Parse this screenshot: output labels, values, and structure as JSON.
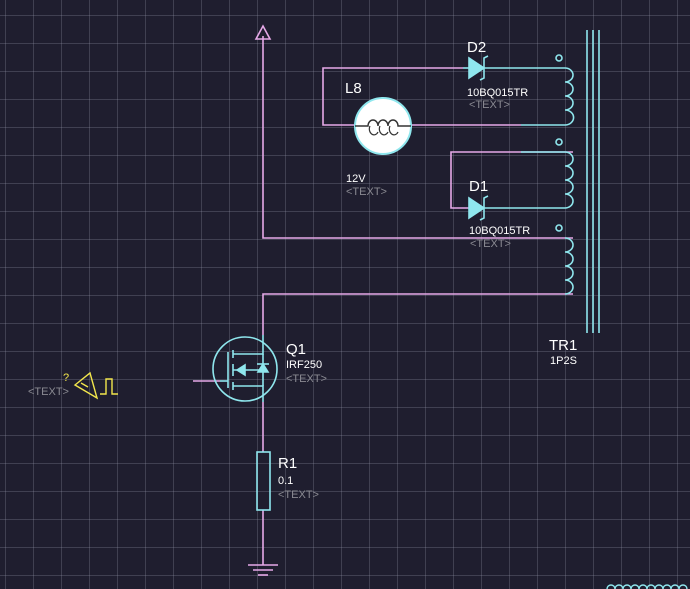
{
  "colors": {
    "background": "#1f1e2f",
    "wire": "#e6a9e8",
    "component": "#8fe7ee",
    "label": "#ffffff",
    "placeholder": "#8a8a92",
    "signal": "#f2e64c"
  },
  "components": {
    "D2": {
      "ref": "D2",
      "value": "10BQ015TR",
      "text": "<TEXT>"
    },
    "D1": {
      "ref": "D1",
      "value": "10BQ015TR",
      "text": "<TEXT>"
    },
    "L8": {
      "ref": "L8",
      "value": "12V",
      "text": "<TEXT>"
    },
    "Q1": {
      "ref": "Q1",
      "value": "IRF250",
      "text": "<TEXT>"
    },
    "R1": {
      "ref": "R1",
      "value": "0.1",
      "text": "<TEXT>"
    },
    "TR1": {
      "ref": "TR1",
      "value": "1P2S"
    },
    "source": {
      "text": "<TEXT>",
      "mark": "?"
    }
  }
}
